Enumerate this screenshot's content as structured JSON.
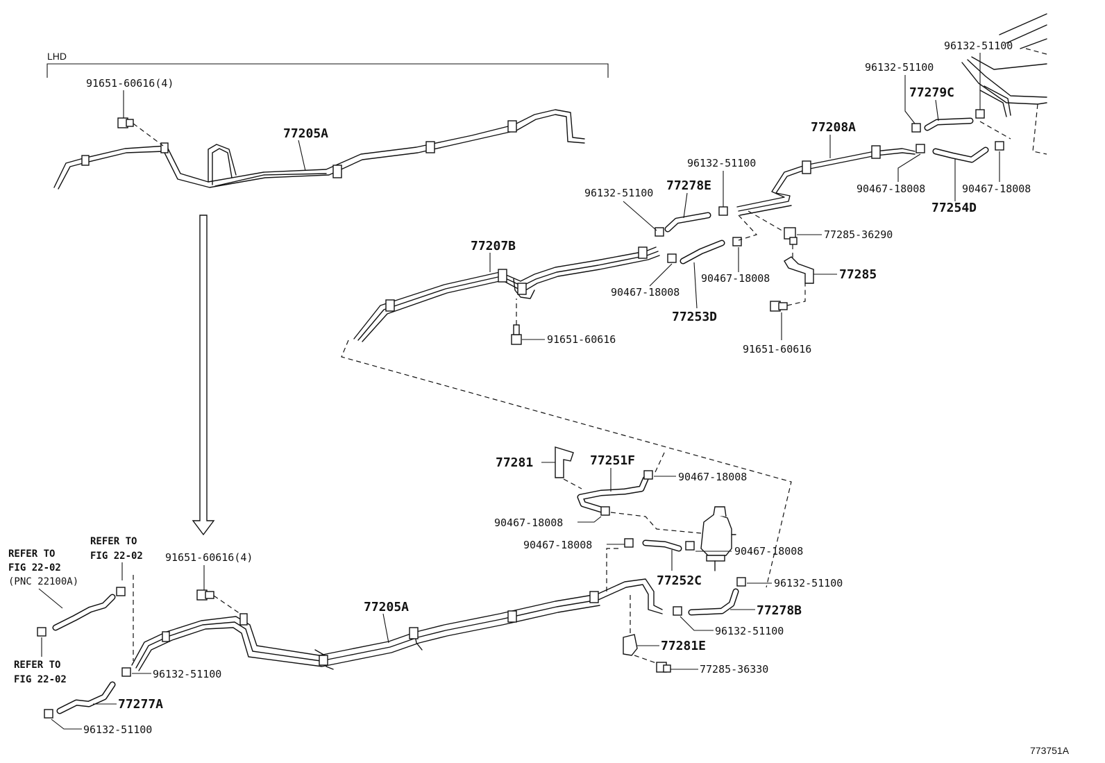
{
  "diagram": {
    "section_label": "LHD",
    "figure_code": "773751A",
    "labels": {
      "top_bolt": "91651-60616(4)",
      "top_tube": "77205A",
      "tube_207b": "77207B",
      "tube_208a": "77208A",
      "hose_278e": "77278E",
      "clip_278e": "96132-51100",
      "clip_center": "96132-51100",
      "clip_tr1": "96132-51100",
      "clip_tr2": "96132-51100",
      "hose_279c": "77279C",
      "clamp_tr_a": "90467-18008",
      "clamp_tr_b": "90467-18008",
      "hose_254d": "77254D",
      "clamp_253d_a": "90467-18008",
      "clamp_253d_b": "90467-18008",
      "hose_253d": "77253D",
      "clamp_36290": "77285-36290",
      "bracket_285": "77285",
      "bolt_mid": "91651-60616",
      "bolt_right": "91651-60616",
      "clamp_281": "77281",
      "hose_251f": "77251F",
      "clamp_251f_r": "90467-18008",
      "clamp_251f_l": "90467-18008",
      "clamp_252c_l": "90467-18008",
      "clamp_252c_r": "90467-18008",
      "hose_252c": "77252C",
      "clip_278b": "96132-51100",
      "hose_278b": "77278B",
      "clip_278b_lower": "96132-51100",
      "clamp_281e": "77281E",
      "clamp_36330": "77285-36330",
      "bottom_tube": "77205A",
      "bottom_bolt": "91651-60616(4)",
      "clip_277a_top": "96132-51100",
      "hose_277a": "77277A",
      "clip_277a_bottom": "96132-51100"
    },
    "notes": {
      "refer_a_line1": "REFER TO",
      "refer_a_line2": "FIG 22-02",
      "refer_a_line3": "(PNC 22100A)",
      "refer_b_line1": "REFER TO",
      "refer_b_line2": "FIG 22-02",
      "refer_c_line1": "REFER TO",
      "refer_c_line2": "FIG 22-02"
    }
  }
}
